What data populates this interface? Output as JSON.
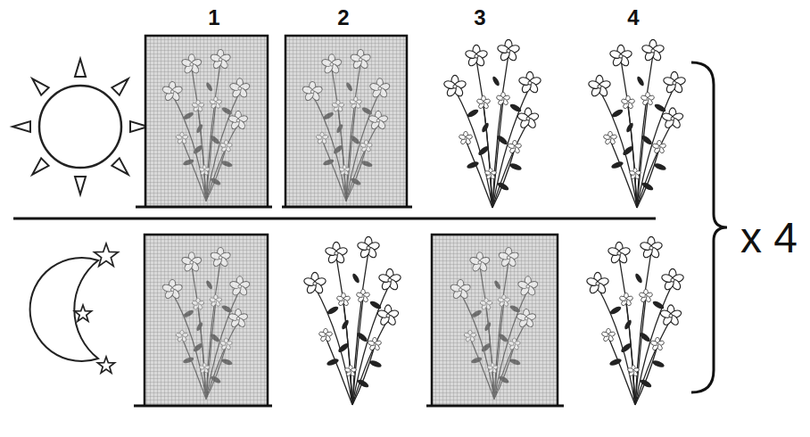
{
  "diagram": {
    "labels": [
      "1",
      "2",
      "3",
      "4",
      "x 4"
    ]
  }
}
